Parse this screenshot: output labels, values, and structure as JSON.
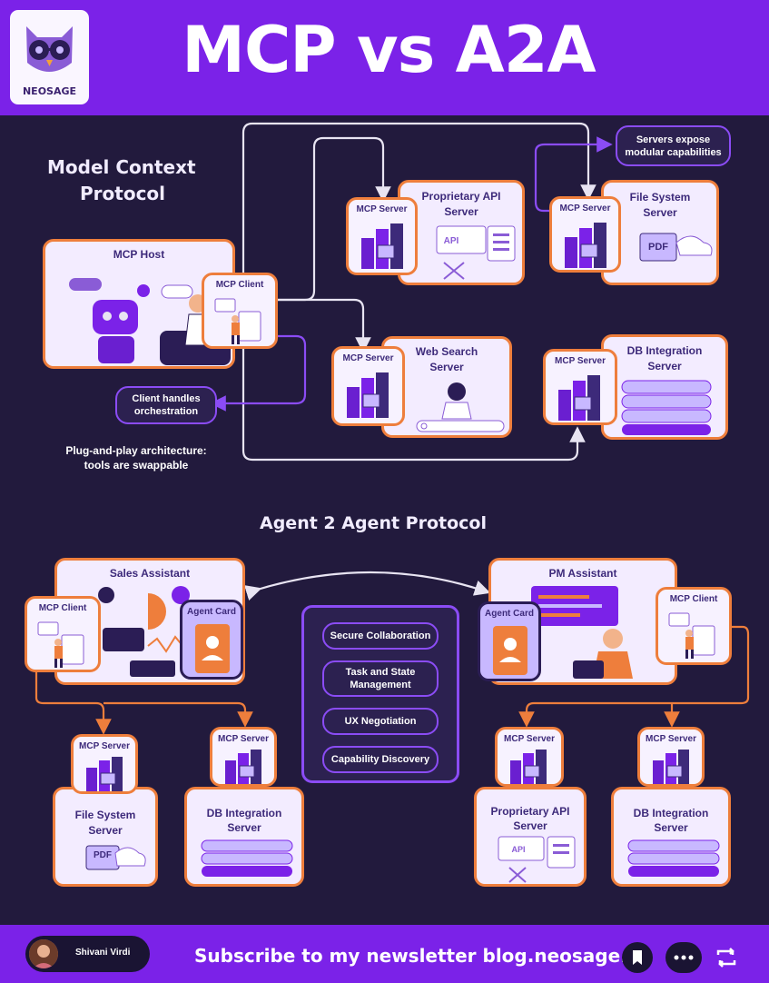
{
  "header": {
    "title": "MCP vs A2A",
    "logo_text": "NEOSAGE"
  },
  "mcp_section": {
    "title_line1": "Model Context",
    "title_line2": "Protocol",
    "host_label": "MCP Host",
    "client_label": "MCP Client",
    "server_label": "MCP Server",
    "proprietary_api": [
      "Proprietary API",
      "Server"
    ],
    "file_system": [
      "File System",
      "Server"
    ],
    "web_search": [
      "Web Search",
      "Server"
    ],
    "db_integration": [
      "DB Integration",
      "Server"
    ],
    "servers_expose": [
      "Servers expose",
      "modular capabilities"
    ],
    "client_handles": [
      "Client handles",
      "orchestration"
    ],
    "plug_and_play": [
      "Plug-and-play architecture:",
      "tools are swappable"
    ],
    "api_text": "API",
    "pdf_text": "PDF"
  },
  "a2a_section": {
    "title": "Agent 2 Agent Protocol",
    "sales_assistant": "Sales Assistant",
    "pm_assistant": "PM Assistant",
    "agent_card": "Agent Card",
    "mcp_client": "MCP Client",
    "mcp_server": "MCP Server",
    "features": [
      [
        "Secure Collaboration"
      ],
      [
        "Task and State",
        "Management"
      ],
      [
        "UX Negotiation"
      ],
      [
        "Capability Discovery"
      ]
    ],
    "file_system": [
      "File System",
      "Server"
    ],
    "db_integration": [
      "DB Integration",
      "Server"
    ],
    "proprietary_api": [
      "Proprietary API",
      "Server"
    ],
    "api_text": "API",
    "pdf_text": "PDF"
  },
  "footer": {
    "author": "Shivani Virdi",
    "subscribe": "Subscribe to my newsletter blog.neosage.io",
    "icons": [
      "bookmark-icon",
      "comment-icon",
      "repost-icon"
    ]
  },
  "colors": {
    "brand_purple": "#7b22e8",
    "background": "#221a3d",
    "accent_orange": "#ee7e3c",
    "card_fill": "#f3ecff",
    "arrow_gray": "#e8e4f2"
  }
}
